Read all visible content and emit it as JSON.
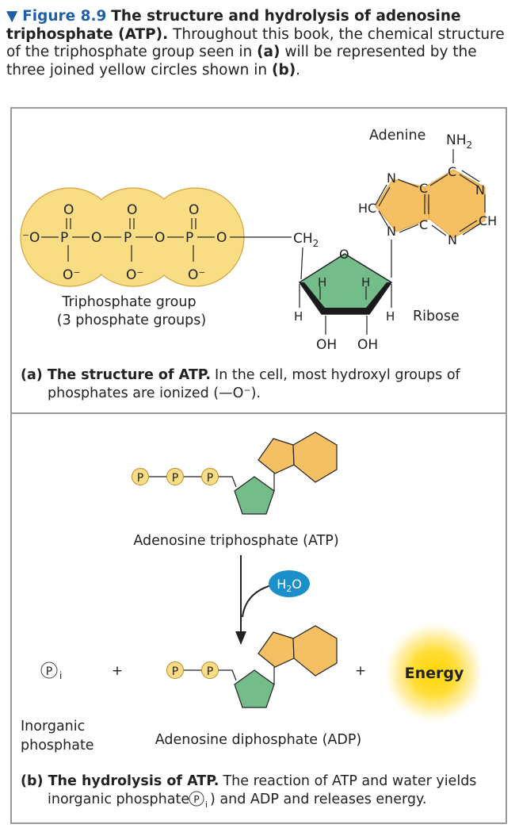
{
  "caption": {
    "marker": "▼",
    "figure_label": "Figure 8.9",
    "title": "The structure and hydrolysis of adenosine triphosphate (ATP).",
    "text1": "Throughout this book, the chemical structure of the triphosphate group seen in",
    "ref_a": "(a)",
    "text2": "will be represented by the three joined yellow circles shown in",
    "ref_b": "(b)",
    "end": "."
  },
  "panel_a": {
    "adenine_label": "Adenine",
    "nh2": "NH",
    "nh2_sub": "2",
    "triphosphate_label_1": "Triphosphate group",
    "triphosphate_label_2": "(3 phosphate groups)",
    "ribose_label": "Ribose",
    "ch2": "CH",
    "ch2_sub": "2",
    "o_minus_left": "⁻O",
    "oh": "OH",
    "caption_bold": "(a) The structure of ATP.",
    "caption_text_1": "In the cell, most hydroxyl groups of",
    "caption_text_2": "phosphates are ionized (—O⁻)."
  },
  "panel_b": {
    "phosphate_letter": "P",
    "atp_label": "Adenosine triphosphate (ATP)",
    "water": "H",
    "water_sub": "2",
    "water_o": "O",
    "pi_letter": "P",
    "pi_sub": "i",
    "plus": "+",
    "energy_label": "Energy",
    "inorganic_1": "Inorganic",
    "inorganic_2": "phosphate",
    "adp_label": "Adenosine diphosphate (ADP)",
    "caption_bold": "(b) The hydrolysis of ATP.",
    "caption_text_1": "The reaction of ATP and water yields",
    "caption_text_2a": "inorganic phosphate (",
    "caption_pi": "P",
    "caption_pi_sub": "i",
    "caption_text_2b": ") and ADP and releases energy."
  },
  "colors": {
    "figure_blue": "#1f5fa6",
    "phosphate_yellow": "#f9dd85",
    "adenine_orange": "#f5c064",
    "ribose_green": "#74bd8a",
    "water_blue": "#1a8fc9",
    "energy_yellow": "#ffd400",
    "frame_gray": "#9a9a9a"
  }
}
